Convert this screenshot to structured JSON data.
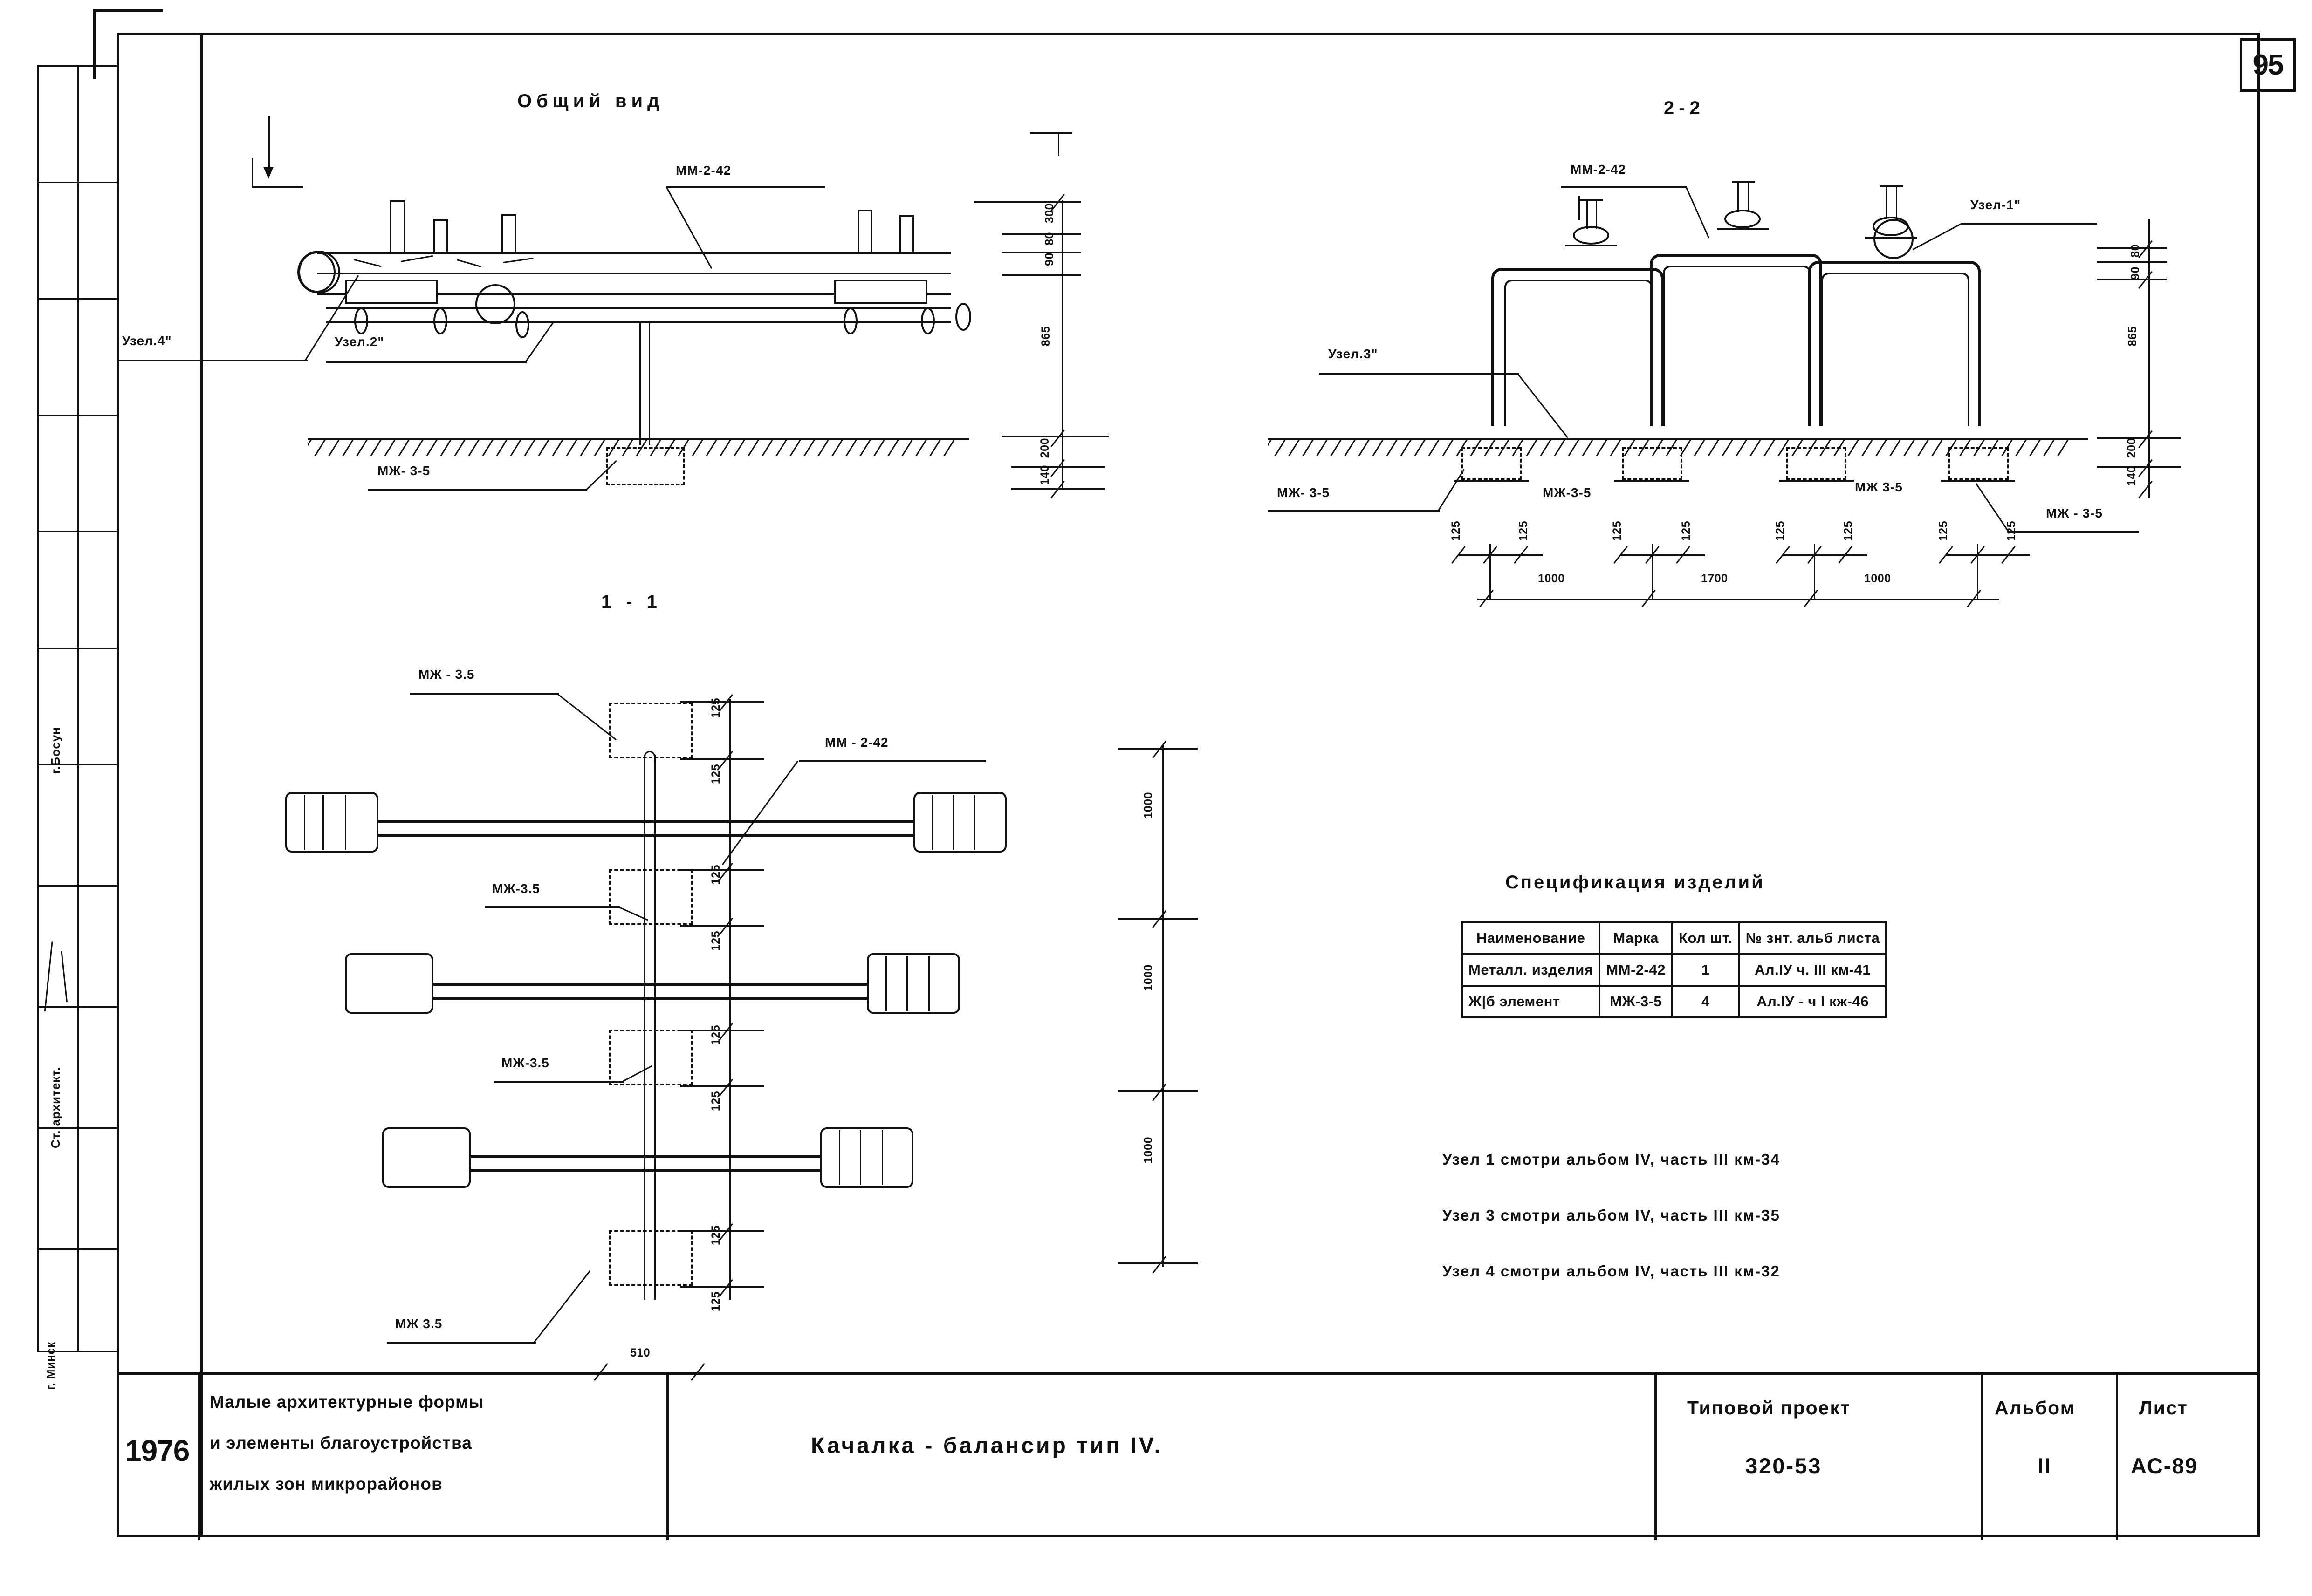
{
  "sheet": {
    "sheet_number": "95",
    "year": "1976"
  },
  "left_margin": {
    "role_label": "Ст. архитект.",
    "name_label": "г.Босун",
    "city": "г. Минск"
  },
  "views": {
    "general": {
      "title": "Общий вид",
      "labels": {
        "beam": "ММ-2-42",
        "node4": "Узел.4\"",
        "node2": "Узел.2\"",
        "foundation": "МЖ- 3-5"
      },
      "dims_vertical": [
        "300",
        "80",
        "90",
        "865",
        "200",
        "140"
      ]
    },
    "section22": {
      "title": "2-2",
      "labels": {
        "beam": "ММ-2-42",
        "node1": "Узел-1\"",
        "node3": "Узел.3\"",
        "foundation_left": "МЖ- 3-5",
        "foundation_m2": "МЖ-3-5",
        "foundation_m3": "МЖ 3-5",
        "foundation_right": "МЖ - 3-5"
      },
      "dims_vertical": [
        "80",
        "90",
        "865",
        "200",
        "140"
      ],
      "dims_small": [
        "125",
        "125",
        "125",
        "125",
        "125",
        "125",
        "125",
        "125"
      ],
      "dims_bottom": [
        "1000",
        "1700",
        "1000"
      ]
    },
    "section11": {
      "title": "1 - 1",
      "labels": {
        "foundation_top": "МЖ - 3.5",
        "beam": "ММ - 2-42",
        "foundation_mid1": "МЖ-3.5",
        "foundation_mid2": "МЖ-3.5",
        "foundation_bottom": "МЖ  3.5"
      },
      "dims_side": [
        "125",
        "125",
        "125",
        "125",
        "125",
        "125",
        "125",
        "125"
      ],
      "dims_right": [
        "1000",
        "1000",
        "1000"
      ],
      "dim_bottom": "510"
    }
  },
  "spec_table": {
    "title": "Спецификация   изделий",
    "headers": [
      "Наименование",
      "Марка",
      "Кол шт.",
      "№ знт. альб листа"
    ],
    "rows": [
      [
        "Металл. изделия",
        "ММ-2-42",
        "1",
        "Ал.IУ ч. III км-41"
      ],
      [
        "Ж|б элемент",
        "МЖ-3-5",
        "4",
        "Ал.IУ - ч I кж-46"
      ]
    ]
  },
  "notes": [
    "Узел 1 смотри альбом IV, часть III     км-34",
    "Узел 3 смотри альбом IV, часть III     км-35",
    "Узел 4 смотри альбом IV, часть III     км-32"
  ],
  "title_block": {
    "year": "1976",
    "organization_lines": [
      "Малые архитектурные формы",
      "и элементы благоустройства",
      "жилых зон микрорайонов"
    ],
    "drawing_title": "Качалка - балансир   тип IV.",
    "project_label": "Типовой проект",
    "project_code": "320-53",
    "album_label": "Альбом",
    "album_value": "II",
    "sheet_label": "Лист",
    "sheet_value": "АС-89"
  }
}
